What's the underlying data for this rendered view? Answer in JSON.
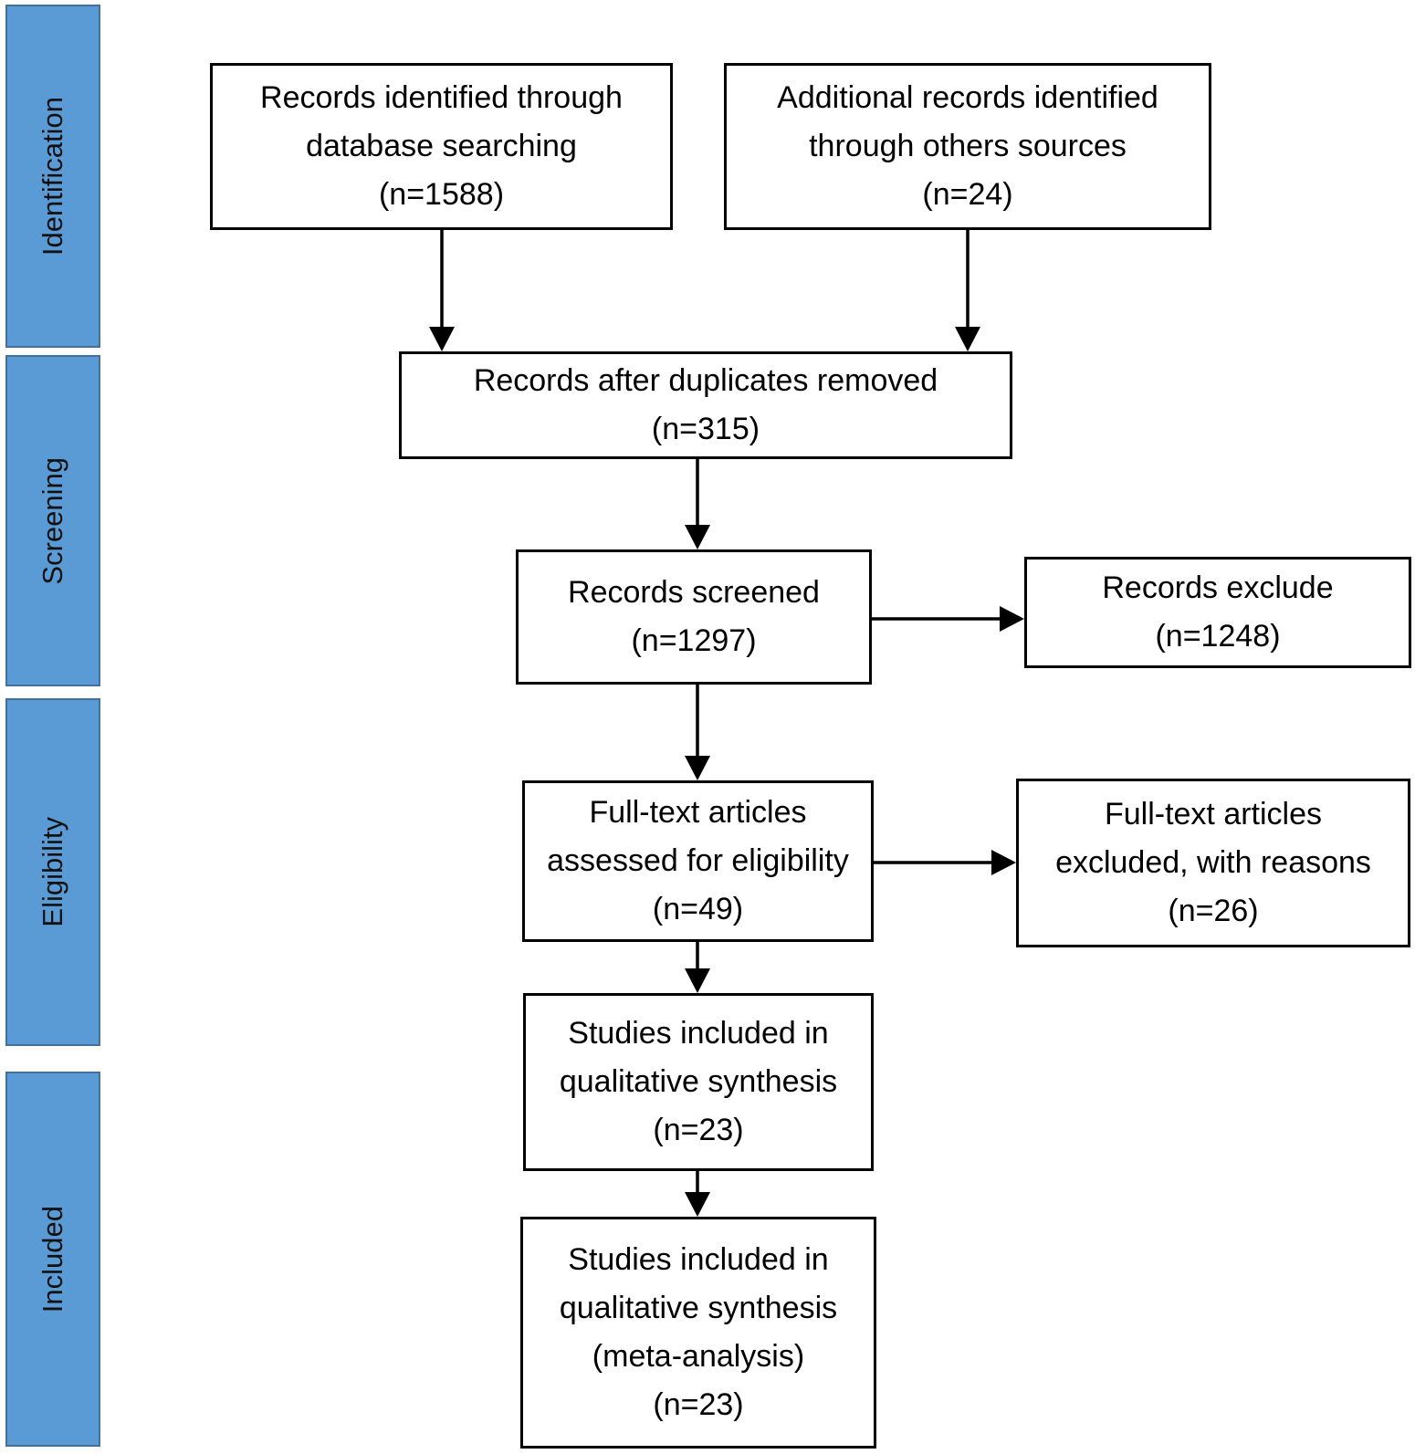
{
  "diagram": {
    "type": "prisma-flow-diagram",
    "stages": [
      {
        "label": "Identification"
      },
      {
        "label": "Screening"
      },
      {
        "label": "Eligibility"
      },
      {
        "label": "Included"
      }
    ],
    "boxes": {
      "identified_db": {
        "lines": [
          "Records identified through",
          "database searching",
          "(n=1588)"
        ],
        "n": 1588
      },
      "identified_other": {
        "lines": [
          "Additional records identified",
          "through others sources",
          "(n=24)"
        ],
        "n": 24
      },
      "duplicates_removed": {
        "lines": [
          "Records after duplicates removed",
          "(n=315)"
        ],
        "n": 315
      },
      "screened": {
        "lines": [
          "Records screened",
          "(n=1297)"
        ],
        "n": 1297
      },
      "records_excluded": {
        "lines": [
          "Records exclude",
          "(n=1248)"
        ],
        "n": 1248
      },
      "fulltext_assessed": {
        "lines": [
          "Full-text articles",
          "assessed for eligibility",
          "(n=49)"
        ],
        "n": 49
      },
      "fulltext_excluded": {
        "lines": [
          "Full-text articles",
          "excluded, with reasons",
          "(n=26)"
        ],
        "n": 26
      },
      "qualitative": {
        "lines": [
          "Studies included in",
          "qualitative synthesis",
          "(n=23)"
        ],
        "n": 23
      },
      "meta_analysis": {
        "lines": [
          "Studies included in",
          "qualitative synthesis",
          "(meta-analysis)",
          "(n=23)"
        ],
        "n": 23
      }
    },
    "colors": {
      "stage_fill": "#5b9bd5",
      "stage_border": "#41719c",
      "box_border": "#000000",
      "box_fill": "#ffffff",
      "arrow": "#000000",
      "text": "#000000",
      "background": "#ffffff"
    }
  }
}
